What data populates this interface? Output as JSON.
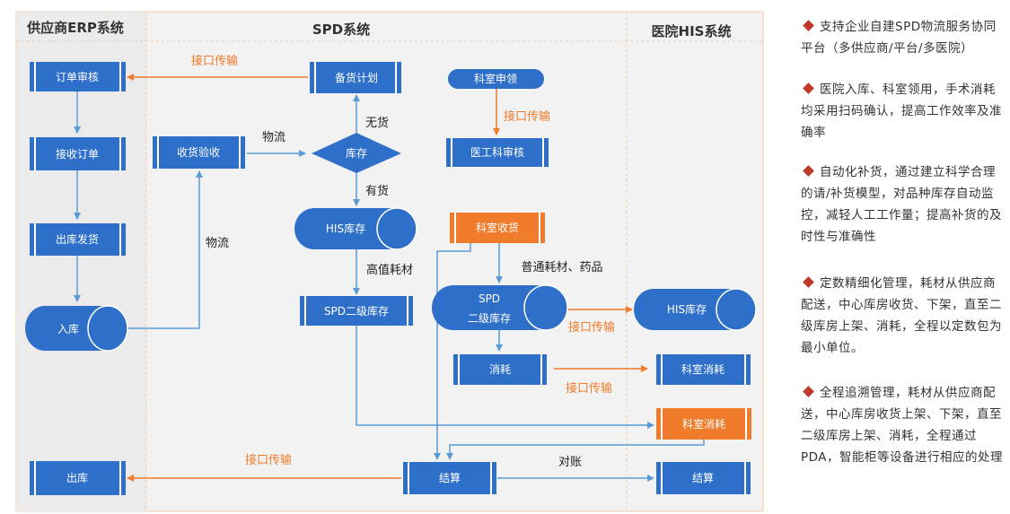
{
  "colors": {
    "blue": "#2e6fc9",
    "orange": "#f07b2a",
    "panel": "#f2f2f2",
    "arrow_blue": "#5b9bd5",
    "bullet": "#c0392b"
  },
  "sections": {
    "erp": "供应商ERP系统",
    "spd": "SPD系统",
    "his": "医院HIS系统"
  },
  "erp": {
    "order_review": "订单审核",
    "receive_order": "接收订单",
    "outbound_ship": "出库发货",
    "warehouse_in": "入库",
    "warehouse_out": "出库"
  },
  "spd": {
    "stock_plan": "备货计划",
    "receipt_check": "收货验收",
    "inventory": "库存",
    "his_stock": "HIS库存",
    "spd_secondary": "SPD二级库存",
    "dept_request": "科室申领",
    "medical_review": "医工科审核",
    "dept_receive": "科室收货",
    "spd_secondary_cyl_line1": "SPD",
    "spd_secondary_cyl_line2": "二级库存",
    "consume": "消耗",
    "settlement": "结算"
  },
  "his": {
    "his_stock": "HIS库存",
    "dept_consume_1": "科室消耗",
    "dept_consume_2": "科室消耗",
    "settlement": "结算"
  },
  "labels": {
    "interface_1": "接口传输",
    "interface_2": "接口传输",
    "interface_3": "接口传输",
    "interface_4": "接口传输",
    "interface_5": "接口传输",
    "logistics_1": "物流",
    "logistics_2": "物流",
    "no_stock": "无货",
    "has_stock": "有货",
    "high_value": "高值耗材",
    "normal_items": "普通耗材、药品",
    "reconcile": "对账"
  },
  "notes": [
    "支持企业自建SPD物流服务协同平台（多供应商/平台/多医院）",
    "医院入库、科室领用，手术消耗均采用扫码确认，提高工作效率及准确率",
    "自动化补货，通过建立科学合理的请/补货模型，对品种库存自动监控，减轻人工工作量；提高补货的及时性与准确性",
    "定数精细化管理，耗材从供应商配送，中心库房收货、下架，直至二级库房上架、消耗，全程以定数包为最小单位。",
    "全程追溯管理，耗材从供应商配送，中心库房收货上架、下架，直至二级库房上架、消耗，全程通过PDA，智能柜等设备进行相应的处理"
  ]
}
